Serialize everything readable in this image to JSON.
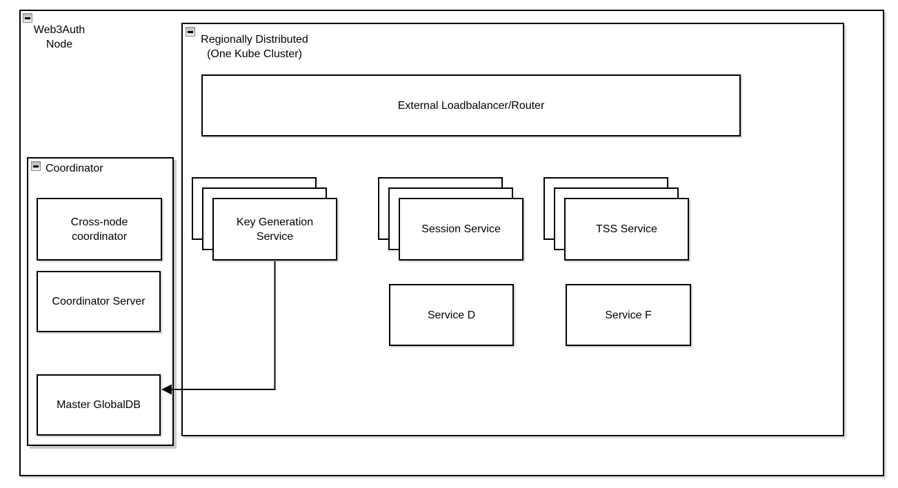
{
  "canvas": {
    "background_color": "#ffffff",
    "stroke_color": "#000000",
    "shadow_color": "#c9c9c9"
  },
  "icons": {
    "collapse": "minus-square"
  },
  "containers": {
    "web3auth": {
      "line1": "Web3Auth",
      "line2": "Node"
    },
    "regional": {
      "line1": "Regionally Distributed",
      "line2": "(One Kube Cluster)"
    },
    "coordinator": {
      "label": "Coordinator"
    }
  },
  "nodes": {
    "loadbalancer": {
      "label": "External Loadbalancer/Router"
    },
    "key_generation": {
      "line1": "Key Generation",
      "line2": "Service",
      "replicas": 3
    },
    "session": {
      "label": "Session Service",
      "replicas": 3
    },
    "tss": {
      "label": "TSS Service",
      "replicas": 3
    },
    "service_d": {
      "label": "Service D"
    },
    "service_f": {
      "label": "Service F"
    },
    "cross_node": {
      "line1": "Cross-node",
      "line2": "coordinator"
    },
    "coordinator_server": {
      "label": "Coordinator Server"
    },
    "master_globaldb": {
      "label": "Master GlobalDB"
    }
  },
  "edges": [
    {
      "from": "key-generation-service",
      "to": "master-globaldb",
      "type": "orthogonal-arrow"
    }
  ]
}
